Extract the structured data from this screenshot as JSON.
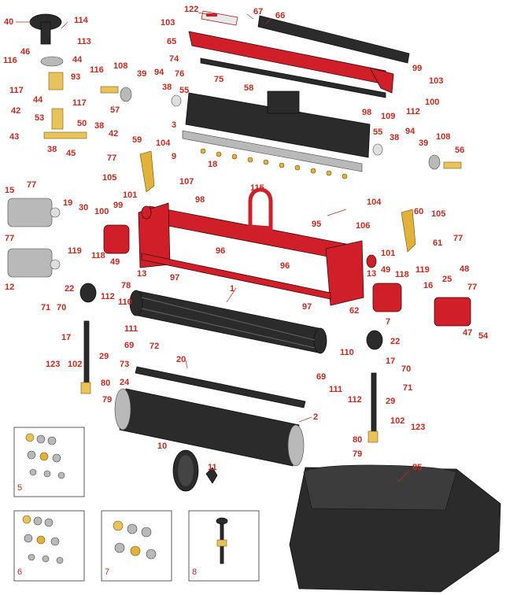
{
  "callouts": [
    {
      "id": "c40",
      "text": "40"
    },
    {
      "id": "c114",
      "text": "114"
    },
    {
      "id": "c122",
      "text": "122"
    },
    {
      "id": "c67",
      "text": "67"
    },
    {
      "id": "c66",
      "text": "66"
    },
    {
      "id": "c103a",
      "text": "103"
    },
    {
      "id": "c113",
      "text": "113"
    },
    {
      "id": "c65",
      "text": "65"
    },
    {
      "id": "c46",
      "text": "46"
    },
    {
      "id": "c44a",
      "text": "44"
    },
    {
      "id": "c116a",
      "text": "116"
    },
    {
      "id": "c74",
      "text": "74"
    },
    {
      "id": "c99a",
      "text": "99"
    },
    {
      "id": "c103b",
      "text": "103"
    },
    {
      "id": "c116b",
      "text": "116"
    },
    {
      "id": "c108a",
      "text": "108"
    },
    {
      "id": "c39a",
      "text": "39"
    },
    {
      "id": "c94a",
      "text": "94"
    },
    {
      "id": "c76",
      "text": "76"
    },
    {
      "id": "c75",
      "text": "75"
    },
    {
      "id": "c93",
      "text": "93"
    },
    {
      "id": "c117a",
      "text": "117"
    },
    {
      "id": "c38a",
      "text": "38"
    },
    {
      "id": "c55a",
      "text": "55"
    },
    {
      "id": "c100a",
      "text": "100"
    },
    {
      "id": "c44b",
      "text": "44"
    },
    {
      "id": "c117b",
      "text": "117"
    },
    {
      "id": "c57",
      "text": "57"
    },
    {
      "id": "c58",
      "text": "58"
    },
    {
      "id": "c112a",
      "text": "112"
    },
    {
      "id": "c109",
      "text": "109"
    },
    {
      "id": "c42a",
      "text": "42"
    },
    {
      "id": "c53",
      "text": "53"
    },
    {
      "id": "c98a",
      "text": "98"
    },
    {
      "id": "c50",
      "text": "50"
    },
    {
      "id": "c38b",
      "text": "38"
    },
    {
      "id": "c43",
      "text": "43"
    },
    {
      "id": "c42b",
      "text": "42"
    },
    {
      "id": "c3",
      "text": "3"
    },
    {
      "id": "c55b",
      "text": "55"
    },
    {
      "id": "c94b",
      "text": "94"
    },
    {
      "id": "c38c",
      "text": "38"
    },
    {
      "id": "c108b",
      "text": "108"
    },
    {
      "id": "c38d",
      "text": "38"
    },
    {
      "id": "c45",
      "text": "45"
    },
    {
      "id": "c59",
      "text": "59"
    },
    {
      "id": "c104a",
      "text": "104"
    },
    {
      "id": "c39b",
      "text": "39"
    },
    {
      "id": "c56",
      "text": "56"
    },
    {
      "id": "c9",
      "text": "9"
    },
    {
      "id": "c18",
      "text": "18"
    },
    {
      "id": "c77a",
      "text": "77"
    },
    {
      "id": "c105a",
      "text": "105"
    },
    {
      "id": "c107",
      "text": "107"
    },
    {
      "id": "c15",
      "text": "15"
    },
    {
      "id": "c77b",
      "text": "77"
    },
    {
      "id": "c115",
      "text": "115"
    },
    {
      "id": "c101a",
      "text": "101"
    },
    {
      "id": "c98b",
      "text": "98"
    },
    {
      "id": "c104b",
      "text": "104"
    },
    {
      "id": "c60",
      "text": "60"
    },
    {
      "id": "c19",
      "text": "19"
    },
    {
      "id": "c30",
      "text": "30"
    },
    {
      "id": "c99b",
      "text": "99"
    },
    {
      "id": "c100b",
      "text": "100"
    },
    {
      "id": "c105b",
      "text": "105"
    },
    {
      "id": "c95",
      "text": "95"
    },
    {
      "id": "c106",
      "text": "106"
    },
    {
      "id": "c77c",
      "text": "77"
    },
    {
      "id": "c61",
      "text": "61"
    },
    {
      "id": "c77d",
      "text": "77"
    },
    {
      "id": "c119a",
      "text": "119"
    },
    {
      "id": "c118a",
      "text": "118"
    },
    {
      "id": "c49a",
      "text": "49"
    },
    {
      "id": "c96a",
      "text": "96"
    },
    {
      "id": "c101b",
      "text": "101"
    },
    {
      "id": "c12",
      "text": "12"
    },
    {
      "id": "c13a",
      "text": "13"
    },
    {
      "id": "c97a",
      "text": "97"
    },
    {
      "id": "c48",
      "text": "48"
    },
    {
      "id": "c96b",
      "text": "96"
    },
    {
      "id": "c13b",
      "text": "13"
    },
    {
      "id": "c49b",
      "text": "49"
    },
    {
      "id": "c118b",
      "text": "118"
    },
    {
      "id": "c119b",
      "text": "119"
    },
    {
      "id": "c78",
      "text": "78"
    },
    {
      "id": "c22a",
      "text": "22"
    },
    {
      "id": "c1",
      "text": "1"
    },
    {
      "id": "c25",
      "text": "25"
    },
    {
      "id": "c112b",
      "text": "112"
    },
    {
      "id": "c16",
      "text": "16"
    },
    {
      "id": "c77e",
      "text": "77"
    },
    {
      "id": "c71a",
      "text": "71"
    },
    {
      "id": "c70a",
      "text": "70"
    },
    {
      "id": "c110a",
      "text": "110"
    },
    {
      "id": "c97b",
      "text": "97"
    },
    {
      "id": "c62",
      "text": "62"
    },
    {
      "id": "c7",
      "text": "7"
    },
    {
      "id": "c47",
      "text": "47"
    },
    {
      "id": "c54",
      "text": "54"
    },
    {
      "id": "c111a",
      "text": "111"
    },
    {
      "id": "c17a",
      "text": "17"
    },
    {
      "id": "c69a",
      "text": "69"
    },
    {
      "id": "c72",
      "text": "72"
    },
    {
      "id": "c22b",
      "text": "22"
    },
    {
      "id": "c29a",
      "text": "29"
    },
    {
      "id": "c110b",
      "text": "110"
    },
    {
      "id": "c123a",
      "text": "123"
    },
    {
      "id": "c102a",
      "text": "102"
    },
    {
      "id": "c73",
      "text": "73"
    },
    {
      "id": "c20",
      "text": "20"
    },
    {
      "id": "c17b",
      "text": "17"
    },
    {
      "id": "c80a",
      "text": "80"
    },
    {
      "id": "c24",
      "text": "24"
    },
    {
      "id": "c69b",
      "text": "69"
    },
    {
      "id": "c70b",
      "text": "70"
    },
    {
      "id": "c79a",
      "text": "79"
    },
    {
      "id": "c111b",
      "text": "111"
    },
    {
      "id": "c71b",
      "text": "71"
    },
    {
      "id": "c112c",
      "text": "112"
    },
    {
      "id": "c29b",
      "text": "29"
    },
    {
      "id": "c2",
      "text": "2"
    },
    {
      "id": "c102b",
      "text": "102"
    },
    {
      "id": "c123b",
      "text": "123"
    },
    {
      "id": "c80b",
      "text": "80"
    },
    {
      "id": "c10",
      "text": "10"
    },
    {
      "id": "c79b",
      "text": "79"
    },
    {
      "id": "c11",
      "text": "11"
    },
    {
      "id": "c85",
      "text": "85"
    }
  ],
  "kit_boxes": [
    {
      "id": "k5",
      "label": "5"
    },
    {
      "id": "k6",
      "label": "6"
    },
    {
      "id": "k7",
      "label": "7"
    },
    {
      "id": "k8",
      "label": "8"
    }
  ],
  "colors": {
    "callout": "#c8281e",
    "frame": "#d11f2a",
    "dark_part": "#2b2b2b",
    "metal": "#b9b9b9",
    "brass": "#e8c25a"
  }
}
